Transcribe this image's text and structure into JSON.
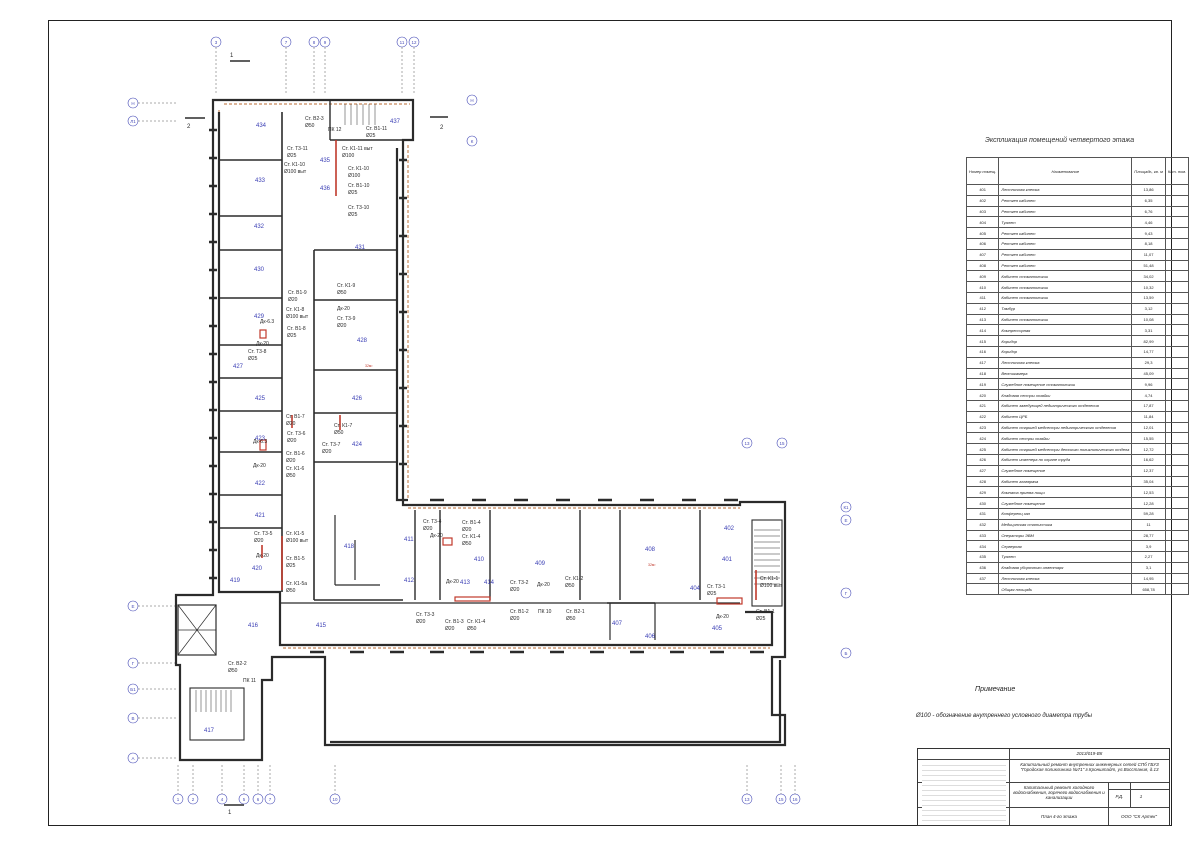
{
  "rooms": [
    {
      "num": "401"
    },
    {
      "num": "402"
    },
    {
      "num": "404"
    },
    {
      "num": "405"
    },
    {
      "num": "406"
    },
    {
      "num": "407"
    },
    {
      "num": "408"
    },
    {
      "num": "409"
    },
    {
      "num": "410"
    },
    {
      "num": "411"
    },
    {
      "num": "412"
    },
    {
      "num": "413"
    },
    {
      "num": "414"
    },
    {
      "num": "415"
    },
    {
      "num": "416"
    },
    {
      "num": "417"
    },
    {
      "num": "418"
    },
    {
      "num": "419"
    },
    {
      "num": "420"
    },
    {
      "num": "421"
    },
    {
      "num": "422"
    },
    {
      "num": "423"
    },
    {
      "num": "424"
    },
    {
      "num": "425"
    },
    {
      "num": "426"
    },
    {
      "num": "427"
    },
    {
      "num": "428"
    },
    {
      "num": "429"
    },
    {
      "num": "430"
    },
    {
      "num": "431"
    },
    {
      "num": "432"
    },
    {
      "num": "433"
    },
    {
      "num": "434"
    },
    {
      "num": "435"
    },
    {
      "num": "436"
    },
    {
      "num": "437"
    }
  ],
  "area_marks": [
    "32м²",
    "32м²"
  ],
  "risers": [
    "Ст. В2-3",
    "Ø50",
    "ПК 12",
    "Ст. В1-11",
    "Ø25",
    "Ст. Т3-11",
    "Ø25",
    "Ст. К1-10",
    "Ø100 выт",
    "Ст. К1-11 выт",
    "Ø100",
    "Ст. К1-10",
    "Ø100",
    "Ст. В1-10",
    "Ø25",
    "Ст. Т3-10",
    "Ø25",
    "Ст. К1-9",
    "Ø50",
    "Ст. В1-9",
    "Ø20",
    "Ст. К1-8",
    "Ø100 выт",
    "Ст. В1-8",
    "Ø25",
    "Дк-20",
    "Ст. Т3-9",
    "Ø20",
    "Дк-6.3",
    "Дк-20",
    "Ст. Т3-8",
    "Ø25",
    "Ст. В1-7",
    "Ø20",
    "Ст. Т3-6",
    "Ø20",
    "Ст. К1-7",
    "Ø50",
    "Ст. Т3-7",
    "Ø20",
    "Ст. В1-6",
    "Ø20",
    "Ст. К1-6",
    "Ø50",
    "Дк-6.3",
    "Дк-20",
    "Ст. Т3-5",
    "Ø20",
    "Ст. К1-5",
    "Ø100 выт",
    "Ст. В1-5",
    "Ø25",
    "Ст. К1-5а",
    "Ø50",
    "Дк-20",
    "Ст. В2-2",
    "Ø50",
    "ПК 11",
    "Ст. Т3-4",
    "Ø20",
    "Ст. В1-4",
    "Ø20",
    "Ст. К1-4",
    "Ø50",
    "Дк-20",
    "Дк-20",
    "Ст. Т3-3",
    "Ø20",
    "Ст. В1-3",
    "Ø20",
    "Ст. К1-4",
    "Ø50",
    "Ст. Т3-2",
    "Ø20",
    "Дк-20",
    "Ст. К1-2",
    "Ø50",
    "Ст. В1-2",
    "Ø20",
    "ПК 10",
    "Ст. В2-1",
    "Ø50",
    "Ст. Т3-1",
    "Ø25",
    "Ст. К1-1",
    "Ø100 выт",
    "Ст. В1-1",
    "Ø25",
    "Дк-20"
  ],
  "axes_top": [
    "3",
    "7",
    "8",
    "9",
    "11",
    "12"
  ],
  "axes_left": [
    "Н",
    "Л1",
    "Е",
    "Г",
    "Б1",
    "В",
    "А"
  ],
  "axes_right": [
    "Н",
    "К",
    "К1",
    "Е",
    "Г",
    "Б"
  ],
  "axes_bottom": [
    "1",
    "2",
    "4",
    "5",
    "6",
    "7",
    "10",
    "13",
    "15",
    "16"
  ],
  "axes_right_top": [
    "13",
    "15"
  ],
  "section_marks": [
    "1",
    "2",
    "2",
    "1"
  ],
  "explication": {
    "title": "Экспликация помещений четвертого этажа",
    "headers": [
      "Номер помещ.",
      "Наименование",
      "Площадь, кв. м",
      "Кат. пом."
    ],
    "rows": [
      [
        "401",
        "Лестничная клетка",
        "13,86",
        ""
      ],
      [
        "402",
        "Рентген кабинет",
        "6,35",
        ""
      ],
      [
        "403",
        "Рентген кабинет",
        "6,76",
        ""
      ],
      [
        "404",
        "Туалет",
        "4,46",
        ""
      ],
      [
        "405",
        "Рентген кабинет",
        "9,43",
        ""
      ],
      [
        "406",
        "Рентген кабинет",
        "8,18",
        ""
      ],
      [
        "407",
        "Рентген кабинет",
        "11,07",
        ""
      ],
      [
        "408",
        "Рентген кабинет",
        "51,48",
        ""
      ],
      [
        "409",
        "Кабинет стоматологии",
        "34,02",
        ""
      ],
      [
        "410",
        "Кабинет стоматологии",
        "10,32",
        ""
      ],
      [
        "411",
        "Кабинет стоматологии",
        "13,59",
        ""
      ],
      [
        "412",
        "Тамбур",
        "3,12",
        ""
      ],
      [
        "413",
        "Кабинет стоматологии",
        "10,08",
        ""
      ],
      [
        "414",
        "Компрессорная",
        "3,31",
        ""
      ],
      [
        "415",
        "Коридор",
        "82,99",
        ""
      ],
      [
        "416",
        "Коридор",
        "14,77",
        ""
      ],
      [
        "417",
        "Лестничная клетка",
        "29,3",
        ""
      ],
      [
        "418",
        "Вентикамера",
        "45,09",
        ""
      ],
      [
        "419",
        "Служебное помещение стоматологии",
        "9,96",
        ""
      ],
      [
        "420",
        "Кладовая сестры хозяйки",
        "4,74",
        ""
      ],
      [
        "421",
        "Кабинет заведующей педиатрического отделения",
        "17,87",
        ""
      ],
      [
        "422",
        "Кабинет ЦРБ",
        "11,84",
        ""
      ],
      [
        "423",
        "Кабинет старшей медсестры педиатрического отделения",
        "12,01",
        ""
      ],
      [
        "424",
        "Кабинет сестры хозяйки",
        "15,55",
        ""
      ],
      [
        "425",
        "Кабинет старшей медсестры детского поликлинического отдела",
        "12,72",
        ""
      ],
      [
        "426",
        "Кабинет инженера по охране труда",
        "16,62",
        ""
      ],
      [
        "427",
        "Служебное помещение",
        "12,37",
        ""
      ],
      [
        "428",
        "Кабинет главврача",
        "35,04",
        ""
      ],
      [
        "429",
        "Комната приема пищи",
        "12,53",
        ""
      ],
      [
        "430",
        "Служебное помещение",
        "12,28",
        ""
      ],
      [
        "431",
        "Конференц зал",
        "59,28",
        ""
      ],
      [
        "432",
        "Медицинская статистика",
        "11",
        ""
      ],
      [
        "433",
        "Операторы ЭВМ",
        "28,77",
        ""
      ],
      [
        "434",
        "Серверная",
        "3,9",
        ""
      ],
      [
        "435",
        "Туалет",
        "2,27",
        ""
      ],
      [
        "436",
        "Кладовая уборочного инвентаря",
        "3,1",
        ""
      ],
      [
        "437",
        "Лестничная клетка",
        "14,95",
        ""
      ],
      [
        "",
        "Общая площадь",
        "658,78",
        ""
      ]
    ]
  },
  "note": {
    "title": "Примечание",
    "text": "Ø100 - обозначение внутреннего условного диаметра трубы"
  },
  "stamp": {
    "code": "2013/019-ВК",
    "project": "Капитальный ремонт внутренних инженерных сетей СПб ГБУЗ \"Городская поликлиника №71\" г.Кронштадт, ул.Восстания, д.13",
    "section": "Капитальный ремонт холодного водоснабжения, горячего водоснабжения и канализации",
    "stage": "Р.Д.",
    "sheet": "1",
    "drawing": "План 4-го этажа",
    "company": "ООО \"СК Артек\""
  },
  "colors": {
    "line": "#2b2b2b",
    "room": "#3b3fb5",
    "pipe": "#c0392b",
    "wall_hatch": "#c8885a"
  }
}
